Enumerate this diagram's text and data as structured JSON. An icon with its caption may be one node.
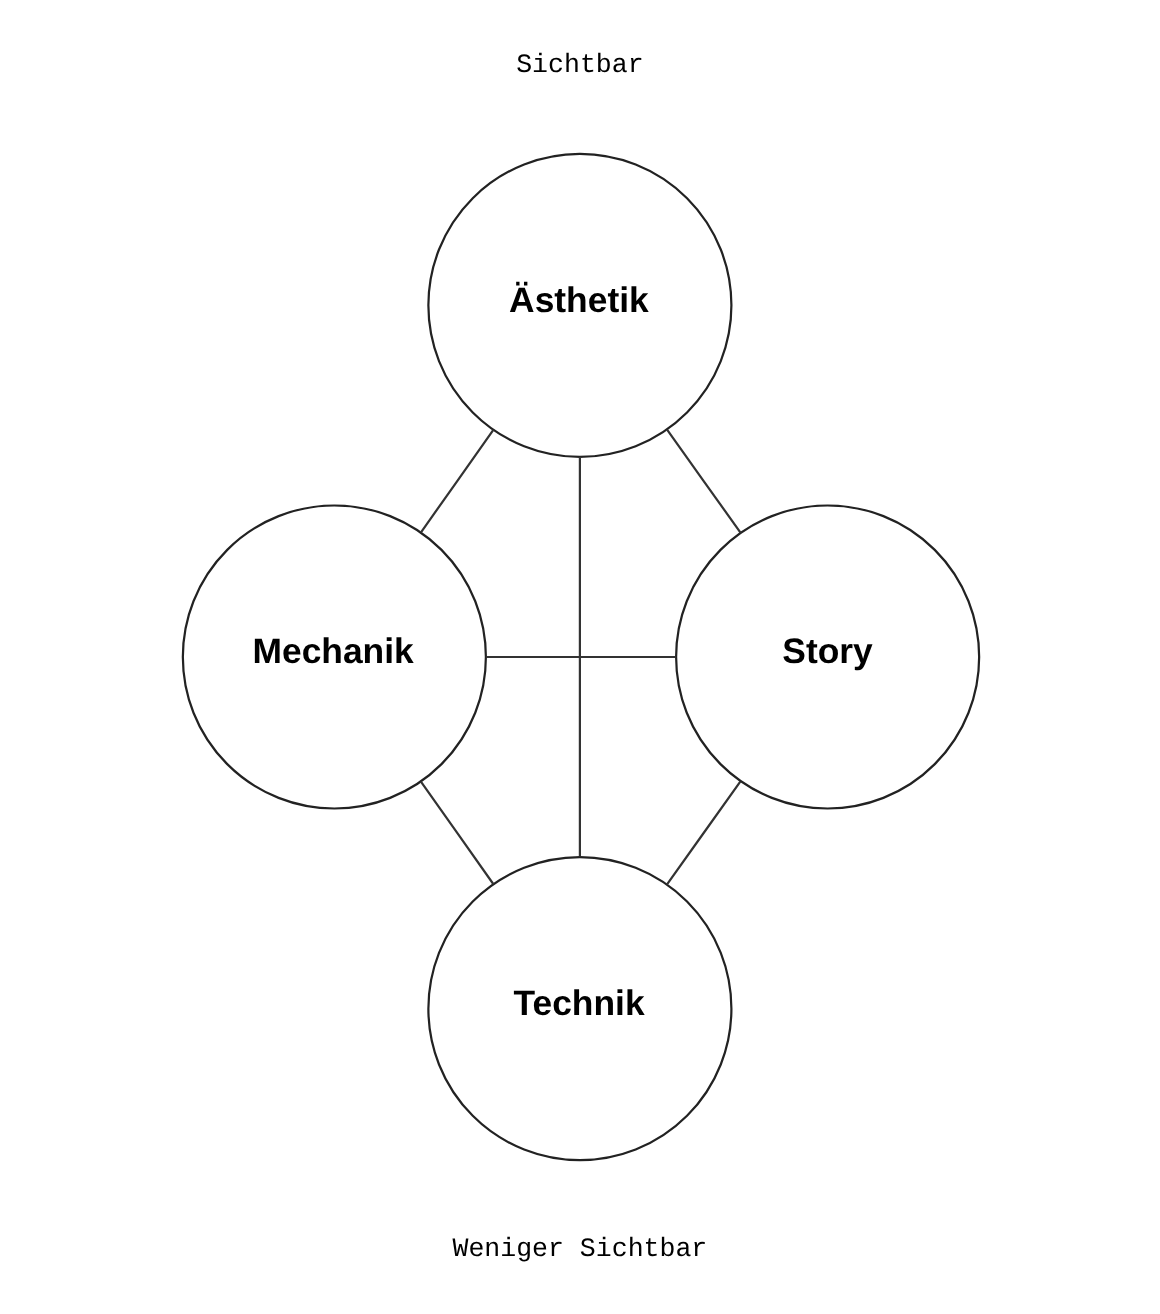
{
  "diagram": {
    "nodes": [
      {
        "text": [
          "Ästhetik"
        ]
      },
      {
        "text": [
          "Mechanik"
        ]
      },
      {
        "text": [
          "Story"
        ]
      },
      {
        "text": [
          "Technik"
        ]
      }
    ],
    "edges": [
      {
        "from": 0,
        "to": 1,
        "arrow": "none"
      },
      {
        "from": 0,
        "to": 2,
        "arrow": "none"
      },
      {
        "from": 0,
        "to": 3,
        "arrow": "none"
      },
      {
        "from": 1,
        "to": 2,
        "arrow": "none"
      },
      {
        "from": 1,
        "to": 3,
        "arrow": "none"
      },
      {
        "from": 2,
        "to": 3,
        "arrow": "none"
      }
    ],
    "labels": [
      "Sichtbar",
      "Weniger Sichtbar"
    ]
  }
}
